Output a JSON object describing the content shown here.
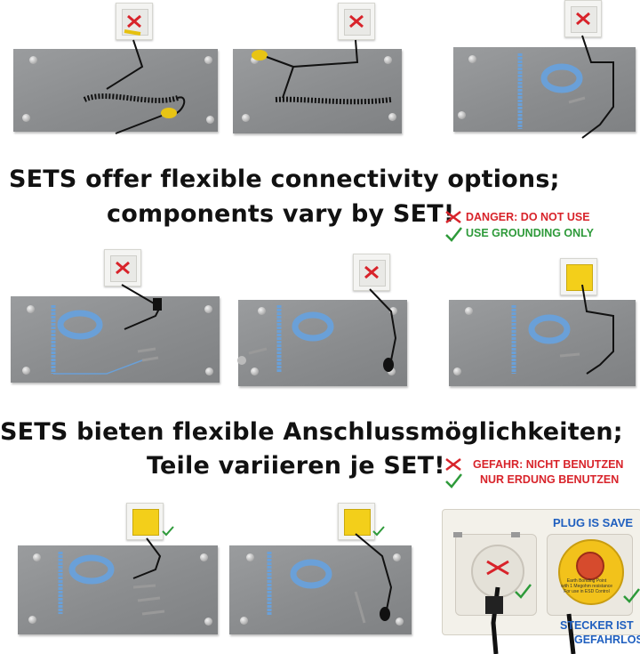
{
  "heading_en": {
    "line1": "SETS offer flexible connectivity options;",
    "line2": "components vary by SET!"
  },
  "legend_en": {
    "danger": "DANGER: DO NOT USE",
    "ok": "USE GROUNDING ONLY"
  },
  "heading_de": {
    "line1": "SETS bieten flexible Anschlussmöglichkeiten;",
    "line2": "Teile variieren je SET!"
  },
  "legend_de": {
    "danger": "GEFAHR: NICHT BENUTZEN",
    "ok": "NUR ERDUNG BENUTZEN"
  },
  "plug_panel": {
    "top_label": "PLUG IS SAVE",
    "bottom_label_1": "STECKER IST",
    "bottom_label_2": "GEFAHRLOS",
    "earth_text_1": "Earth Bonding Point",
    "earth_text_2": "with 1 Megohm resistance",
    "earth_text_3": "For use in ESD Control"
  },
  "colors": {
    "danger_red": "#d8232a",
    "ok_green": "#2e9a3a",
    "label_blue": "#1f5fbf",
    "mat_grey": "#8a8c8e",
    "socket_yellow": "#f3cf1a",
    "wrist_blue": "#6aa0d8"
  },
  "icons": [
    "red-x-icon",
    "green-check-icon"
  ]
}
